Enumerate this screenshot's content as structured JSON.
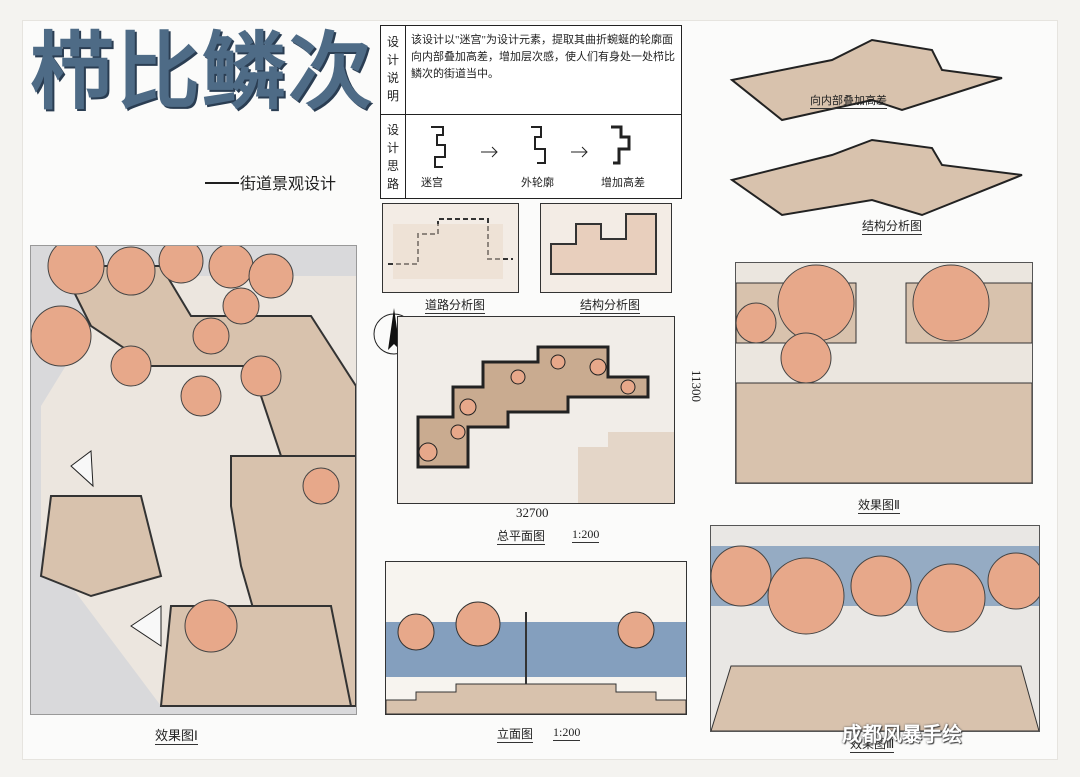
{
  "title": "栉比鳞次",
  "subtitle": "街道景观设计",
  "description_header": [
    "设",
    "计",
    "说",
    "明"
  ],
  "description_text": "该设计以\"迷宫\"为设计元素，提取其曲折蜿蜒的轮廓面向内部叠加高差，增加层次感，使人们有身处一处栉比鳞次的街道当中。",
  "concept_header": [
    "设",
    "计",
    "思",
    "路"
  ],
  "concept_steps": [
    "迷宫",
    "外轮廓",
    "增加高差"
  ],
  "labels": {
    "road_analysis": "道路分析图",
    "structure_analysis": "结构分析图",
    "plan": "总平面图",
    "plan_scale": "1:200",
    "plan_width": "32700",
    "plan_height": "11300",
    "elevation": "立面图",
    "elevation_scale": "1:200",
    "effect1": "效果图Ⅰ",
    "effect2": "效果图Ⅱ",
    "effect3": "效果图Ⅲ",
    "axon_label": "结构分析图",
    "axon_note": "向内部叠加高差"
  },
  "watermark": "成都风暴手绘",
  "colors": {
    "title": "#4e6b86",
    "tree": "#e7a88a",
    "paving": "#d8c2ad",
    "sky": "#5d83ad"
  }
}
